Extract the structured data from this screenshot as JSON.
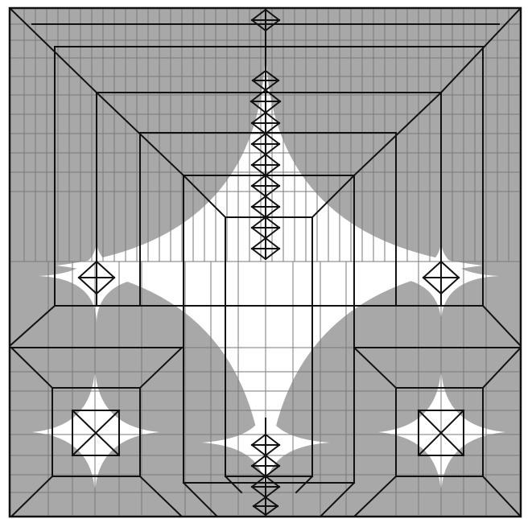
{
  "diagram": {
    "type": "origami-crease-pattern",
    "colors": {
      "paper": "#ffffff",
      "grey": "#a8a8a8",
      "fold": "#111111",
      "guide": "#7a7a7a"
    },
    "regions": [
      "top-center",
      "left-upper",
      "right-upper",
      "bottom-left",
      "bottom-center",
      "bottom-right"
    ]
  }
}
